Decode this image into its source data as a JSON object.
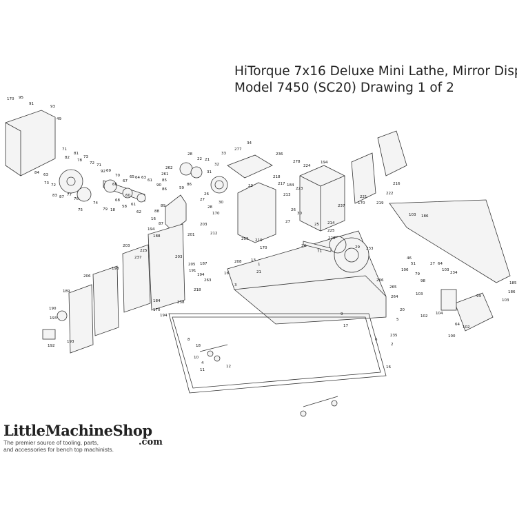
{
  "title": {
    "line1": "HiTorque 7x16 Deluxe Mini Lathe, Mirror Display",
    "line2": "Model 7450 (SC20)  Drawing 1 of 2"
  },
  "logo": {
    "name": "LittleMachineShop",
    "suffix": ".com",
    "tagline1": "The premier source of tooling, parts,",
    "tagline2": "and accessories for bench top machinists."
  },
  "part_labels": [
    "170",
    "95",
    "91",
    "93",
    "49",
    "71",
    "81",
    "82",
    "73",
    "72",
    "71",
    "69",
    "92",
    "70",
    "65",
    "64",
    "63",
    "61",
    "90",
    "78",
    "84",
    "63",
    "73",
    "72",
    "83",
    "87",
    "77",
    "76",
    "74",
    "75",
    "79",
    "18",
    "66",
    "67",
    "68",
    "58",
    "61",
    "60",
    "62",
    "89",
    "88",
    "16",
    "87",
    "262",
    "261",
    "85",
    "86",
    "59",
    "28",
    "22",
    "21",
    "31",
    "32",
    "86",
    "33",
    "26",
    "27",
    "30",
    "23",
    "277",
    "34",
    "236",
    "278",
    "224",
    "194",
    "218",
    "217",
    "184",
    "223",
    "213",
    "26",
    "30",
    "237",
    "221",
    "170",
    "219",
    "222",
    "216",
    "214",
    "225",
    "220",
    "27",
    "25",
    "29",
    "233",
    "24",
    "71",
    "28",
    "170",
    "203",
    "212",
    "210",
    "209",
    "170",
    "203",
    "187",
    "208",
    "13",
    "1",
    "21",
    "16",
    "3",
    "194",
    "188",
    "201",
    "203",
    "225",
    "237",
    "198",
    "205",
    "191",
    "194",
    "263",
    "218",
    "238",
    "184",
    "170",
    "194",
    "206",
    "189",
    "190",
    "193",
    "192",
    "193",
    "266",
    "265",
    "264",
    "20",
    "5",
    "9",
    "17",
    "235",
    "6",
    "2",
    "16",
    "8",
    "18",
    "10",
    "4",
    "11",
    "12",
    "106",
    "46",
    "51",
    "79",
    "98",
    "103",
    "102",
    "27",
    "64",
    "103",
    "234",
    "99",
    "104",
    "100",
    "64",
    "102",
    "185",
    "186",
    "103",
    "186",
    "103"
  ],
  "colors": {
    "line": "#333333",
    "fill": "#f2f2f2",
    "text": "#111111"
  }
}
